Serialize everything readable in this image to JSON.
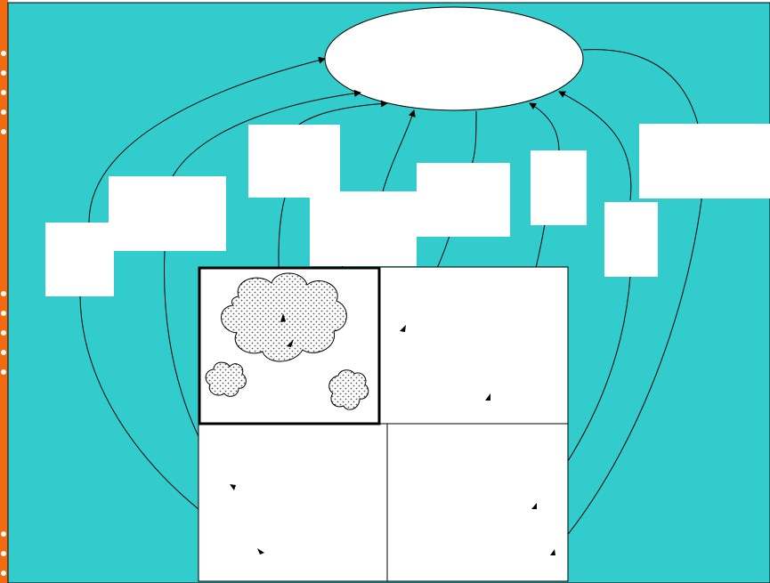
{
  "colors": {
    "background": "#33CCCC",
    "left_strip": "#F26B12",
    "top_strip": "#ffffff",
    "dots": "#ffffff",
    "box_fill": "#ffffff",
    "line": "#000000",
    "cloud_fill": "#ffffff",
    "cloud_dot": "#555555"
  },
  "diagram": {
    "hub": {
      "text": ""
    },
    "boxes": [
      {
        "id": "box-far-left",
        "text": ""
      },
      {
        "id": "box-left",
        "text": ""
      },
      {
        "id": "box-upper-mid",
        "text": ""
      },
      {
        "id": "box-center",
        "text": ""
      },
      {
        "id": "box-center-right",
        "text": ""
      },
      {
        "id": "box-narrow",
        "text": ""
      },
      {
        "id": "box-narrow-low",
        "text": ""
      },
      {
        "id": "box-far-right",
        "text": ""
      }
    ],
    "grid": {
      "top_left": {
        "text": ""
      },
      "top_right": {
        "text": ""
      },
      "bottom_left": {
        "text": ""
      },
      "bottom_right": {
        "text": ""
      }
    }
  }
}
